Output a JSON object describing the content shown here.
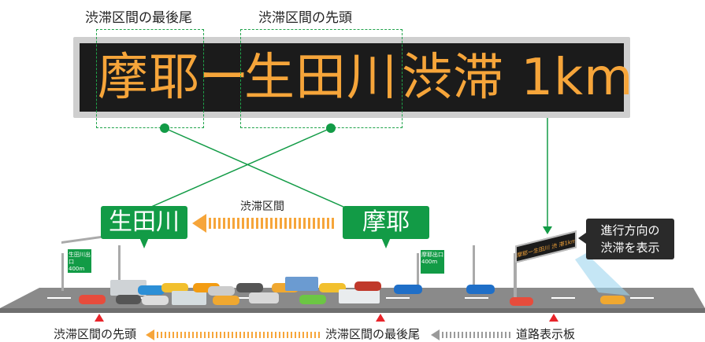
{
  "labels": {
    "tail_top": "渋滞区間の最後尾",
    "head_top": "渋滞区間の先頭"
  },
  "sign": {
    "part1": "摩耶",
    "dash": "ー",
    "part2": "生田川",
    "part3": "渋滞 1km",
    "mini": "摩耶ー生田川 渋 滞1km"
  },
  "places": {
    "left": "生田川",
    "right": "摩耶"
  },
  "road": {
    "congestion_label": "渋滞区間",
    "exit_sign_left": "生田川出口 400m",
    "exit_sign_mid": "摩耶出口 400m"
  },
  "callout": {
    "line1": "進行方向の",
    "line2": "渋滞を表示"
  },
  "bottom": {
    "head": "渋滞区間の先頭",
    "tail": "渋滞区間の最後尾",
    "board": "道路表示板"
  },
  "colors": {
    "green": "#129b46",
    "orange": "#f6a53a",
    "marker_red": "#e8242a",
    "sign_bg": "#1b1b1b"
  }
}
